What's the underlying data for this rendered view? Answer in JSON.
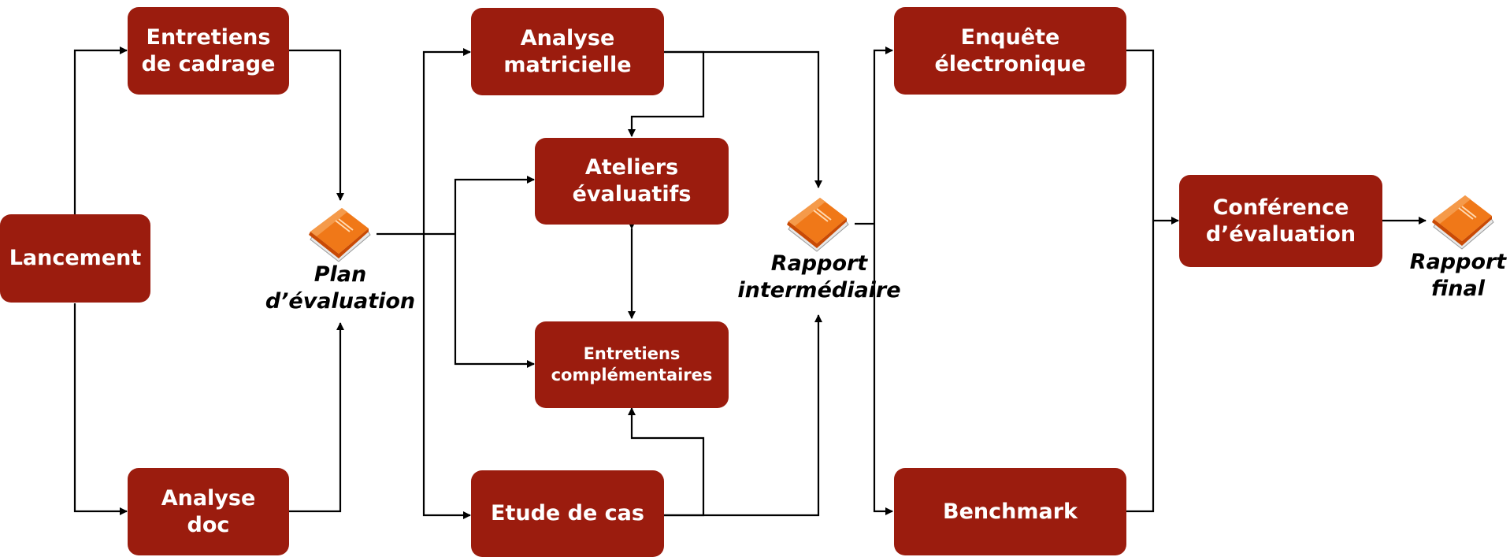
{
  "boxes": {
    "lancement": "Lancement",
    "entretiens_cadrage": "Entretiens\nde cadrage",
    "analyse_doc": "Analyse\ndoc",
    "analyse_matricielle": "Analyse\nmatricielle",
    "ateliers_evaluatifs": "Ateliers\névaluatifs",
    "entretiens_complementaires": "Entretiens\ncomplémentaires",
    "etude_de_cas": "Etude de cas",
    "enquete_electronique": "Enquête\nélectronique",
    "benchmark": "Benchmark",
    "conference_evaluation": "Conférence\nd’évaluation"
  },
  "documents": {
    "plan_evaluation": "Plan\nd’évaluation",
    "rapport_intermediaire": "Rapport\nintermédiaire",
    "rapport_final": "Rapport\nfinal"
  },
  "colors": {
    "box_fill": "#9b1c0e",
    "box_text": "#ffffff",
    "book_cover": "#f07818",
    "connector": "#000000"
  },
  "icons": {
    "document": "book-icon"
  }
}
